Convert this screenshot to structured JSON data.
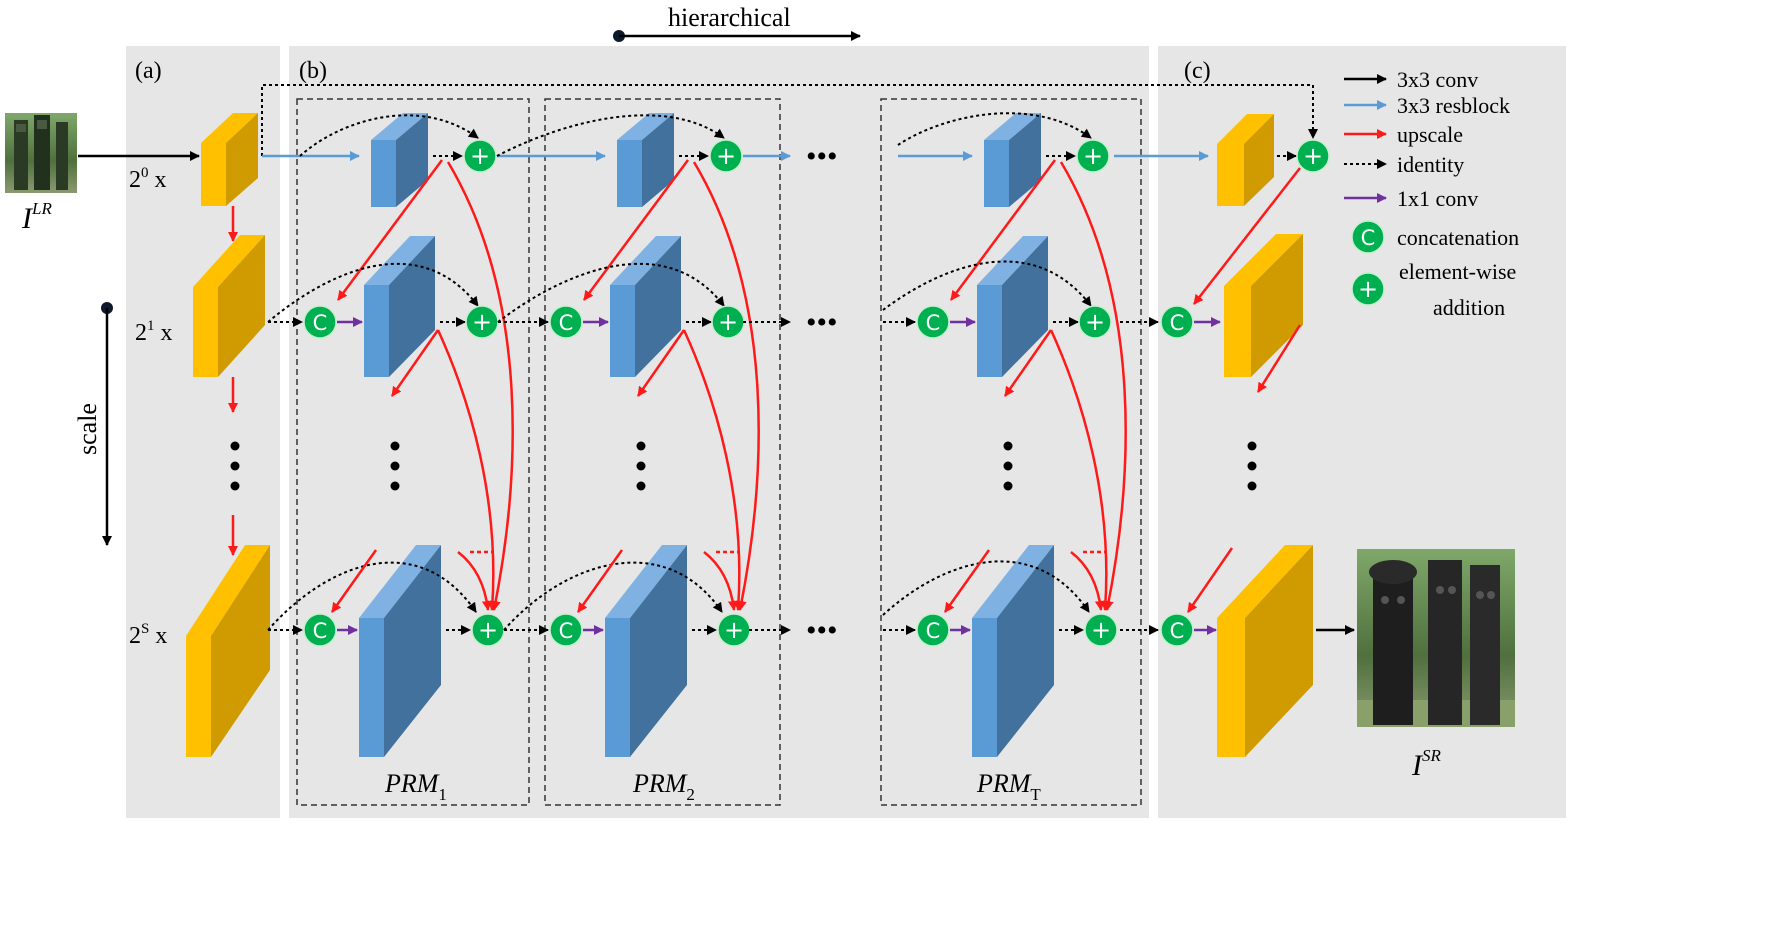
{
  "header": {
    "hierarchical_label": "hierarchical"
  },
  "side": {
    "scale_label": "scale"
  },
  "panels": {
    "a": "(a)",
    "b": "(b)",
    "c": "(c)"
  },
  "rows": {
    "row0": {
      "base": "2",
      "exp": "0",
      "suffix": " x"
    },
    "row1": {
      "base": "2",
      "exp": "1",
      "suffix": " x"
    },
    "rowS": {
      "base": "2",
      "exp": "S",
      "suffix": " x"
    }
  },
  "io": {
    "input": {
      "base": "I",
      "sup": "LR"
    },
    "output": {
      "base": "I",
      "sup": "SR"
    }
  },
  "modules": [
    {
      "name": "PRM",
      "sub": "1"
    },
    {
      "name": "PRM",
      "sub": "2"
    },
    {
      "name": "PRM",
      "sub": "T"
    }
  ],
  "ellipsis": "•••",
  "legend": {
    "conv3": "3x3 conv",
    "resblock": "3x3 resblock",
    "upscale": "upscale",
    "identity": "identity",
    "conv1": "1x1 conv",
    "concat": "concatenation",
    "concat_symbol": "C",
    "add_line1": "element-wise",
    "add_line2": "addition",
    "add_symbol": "+"
  },
  "colors": {
    "panel_bg": "#e6e6e6",
    "feature": "#ffc000",
    "feature_dark": "#d09b00",
    "block": "#5b9bd5",
    "block_dark": "#41719c",
    "conv3": "#000000",
    "resblock": "#5b9bd5",
    "upscale": "#ff1a1a",
    "conv1": "#7030a0",
    "node": "#00b050"
  }
}
